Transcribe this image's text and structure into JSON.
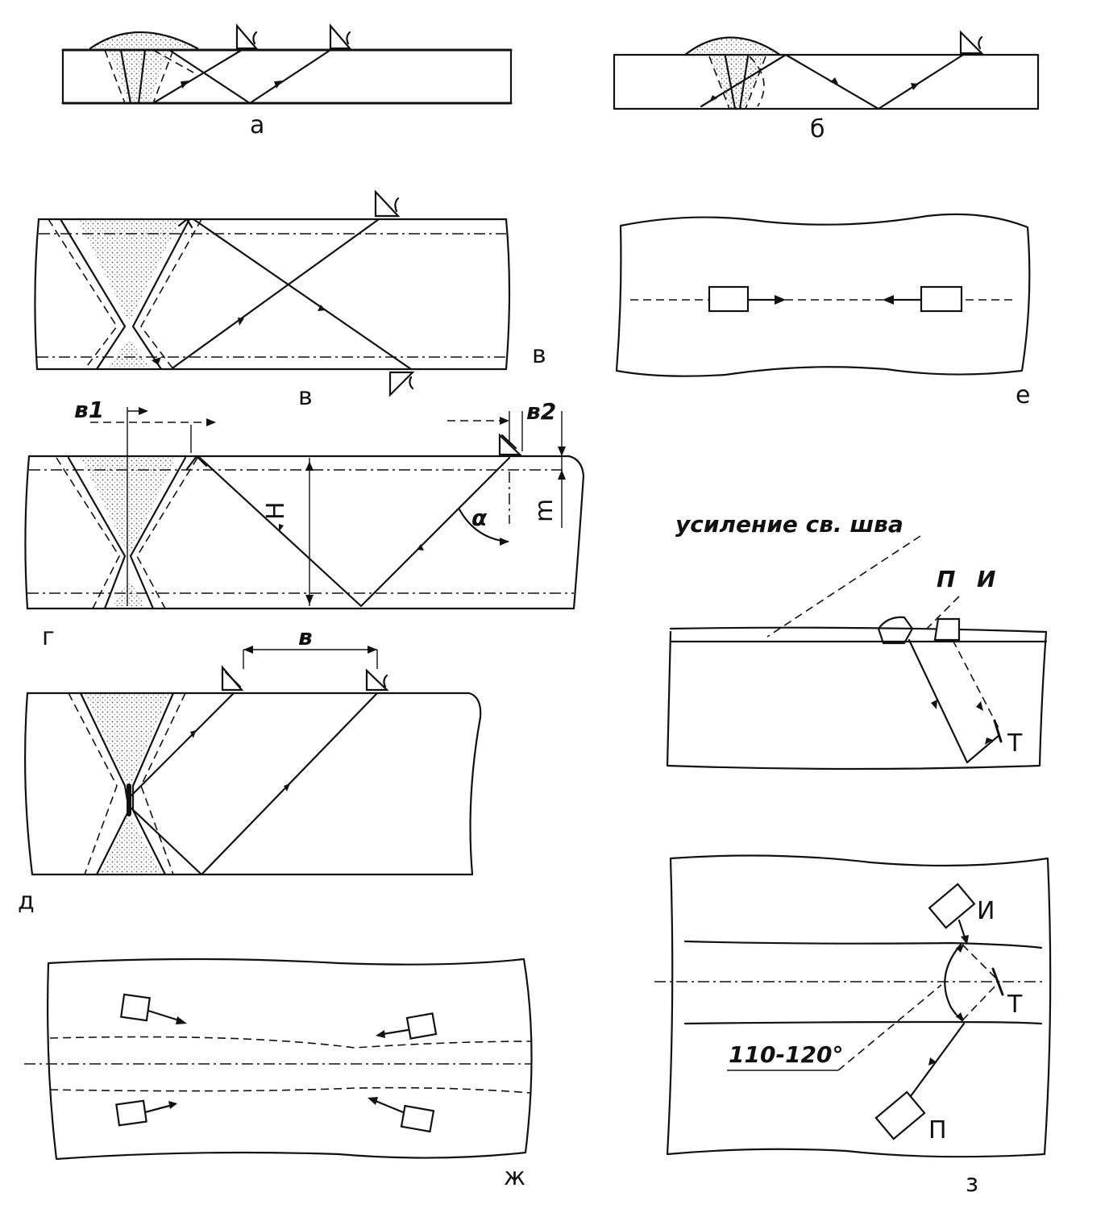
{
  "panels": {
    "a": {
      "label": "а"
    },
    "b": {
      "label": "б"
    },
    "v": {
      "label": "в",
      "dimension": "в"
    },
    "g": {
      "label": "г",
      "dim_b1": "в1",
      "dim_b2": "в2",
      "dim_H": "Н",
      "dim_m": "m",
      "angle": "α"
    },
    "d": {
      "label": "д",
      "dimension": "в"
    },
    "e": {
      "label": "е"
    },
    "zh": {
      "label": "ж"
    },
    "z": {
      "label": "з",
      "probe_receiver": "П",
      "probe_emitter": "И",
      "point_T": "Т",
      "angle_range": "110-120°"
    },
    "side": {
      "reinforcement_note": "усиление св. шва",
      "probe_receiver": "П",
      "probe_emitter": "И",
      "point_T": "Т"
    }
  },
  "colors": {
    "ink": "#111111",
    "background": "#ffffff"
  }
}
